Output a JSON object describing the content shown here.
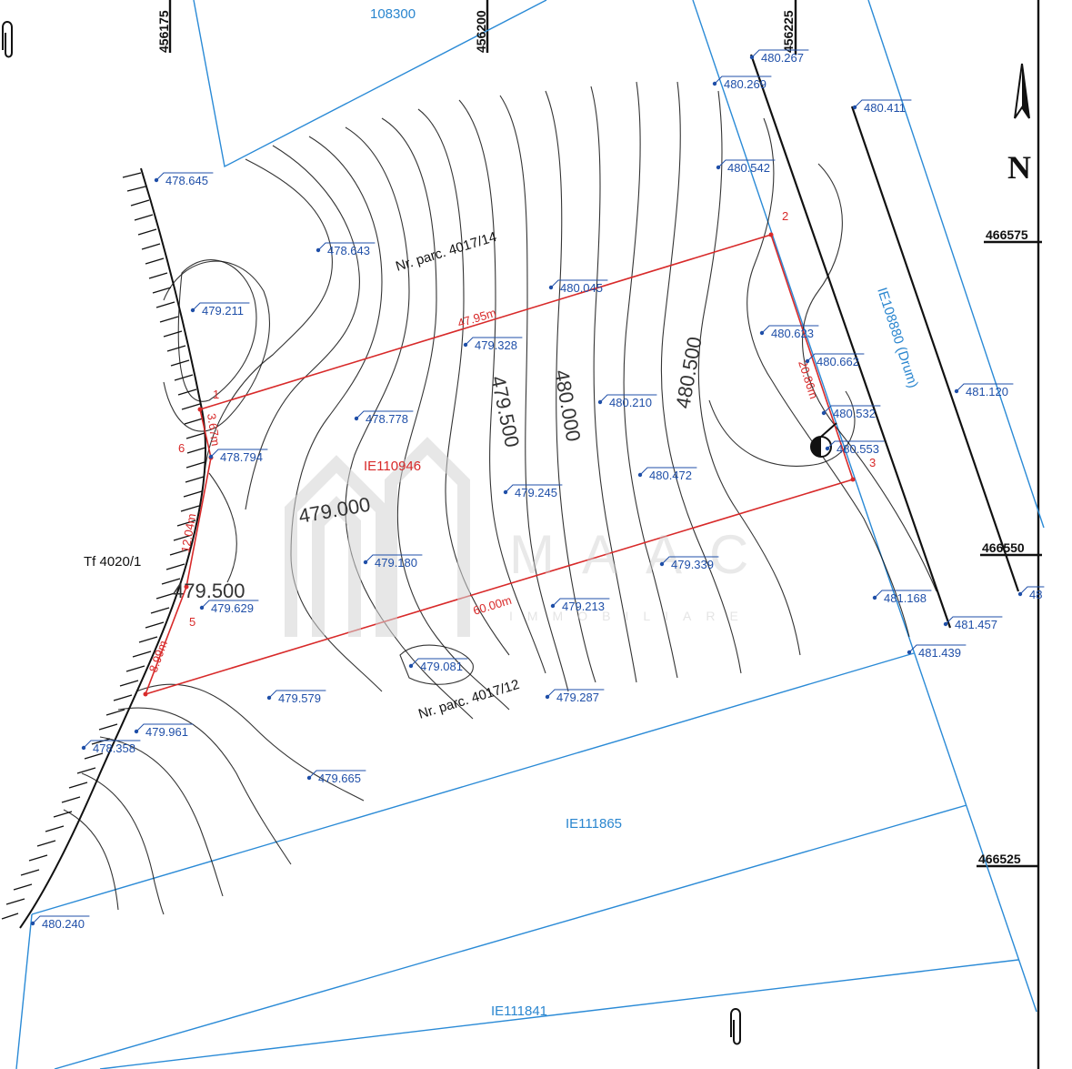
{
  "parcels": {
    "top": "108300",
    "main": "IE110946",
    "road": "IE108880 (Drum)",
    "lower": "IE111865",
    "bottom": "IE111841"
  },
  "parcel_numbers": {
    "north": "Nr. parc. 4017/14",
    "south": "Nr. parc. 4017/12",
    "west": "Tf 4020/1"
  },
  "dimensions": [
    "47.95m",
    "20.86m",
    "60.00m",
    "8.99m",
    "12.04m",
    "3.67m"
  ],
  "vertices": [
    "1",
    "2",
    "3",
    "5",
    "6"
  ],
  "contours": [
    "479.500",
    "480.000",
    "480.500",
    "479.500",
    "479.000"
  ],
  "spot_heights": [
    "478.645",
    "478.643",
    "479.211",
    "478.778",
    "478.794",
    "479.629",
    "479.579",
    "479.961",
    "478.358",
    "479.665",
    "480.240",
    "479.081",
    "479.180",
    "479.287",
    "479.213",
    "479.245",
    "479.328",
    "480.045",
    "480.210",
    "480.472",
    "480.267",
    "480.269",
    "480.411",
    "480.542",
    "480.623",
    "480.662",
    "480.532",
    "480.553",
    "481.120",
    "481.168",
    "481.457",
    "481.439",
    "479.339",
    "48"
  ],
  "grid": {
    "x": [
      "456175",
      "456200",
      "456225"
    ],
    "y": [
      "466575",
      "466550",
      "466525"
    ]
  },
  "north_arrow": "N",
  "watermark": {
    "brand": "MAAC",
    "sub": "IMMOBILIARE"
  },
  "icons": {
    "paperclip": "paperclip-icon",
    "valve": "valve-symbol-icon"
  },
  "colors": {
    "parcel": "#2a8ad6",
    "plot": "#d82a2a",
    "spot": "#1f4fa8",
    "contour": "#111111"
  }
}
